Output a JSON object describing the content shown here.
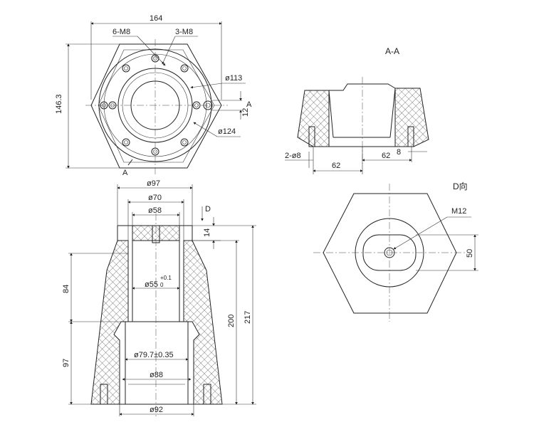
{
  "top_view": {
    "width_dim": "164",
    "height_dim": "146.3",
    "bolt_circle_label": "6-M8",
    "inner_holes_label": "3-M8",
    "dia_outer_label": "ø124",
    "dia_inner_label": "ø113",
    "offset_dim": "12",
    "section_mark": "A"
  },
  "section_aa": {
    "title": "A-A",
    "hole_label": "2-ø8",
    "dim_left": "62",
    "dim_right": "62",
    "dim_small": "8"
  },
  "front_section": {
    "d97": "ø97",
    "d70": "ø70",
    "d58": "ø58",
    "d55": "ø55",
    "d55_tol_upper": "+0.1",
    "d55_tol_lower": "0",
    "d79": "ø79.7±0.35",
    "d88": "ø88",
    "d92": "ø92",
    "h14": "14",
    "h84": "84",
    "h97": "97",
    "h200": "200",
    "h217": "217",
    "view_mark": "D"
  },
  "view_d": {
    "title": "D向",
    "thread_label": "M12",
    "dim_50": "50"
  }
}
